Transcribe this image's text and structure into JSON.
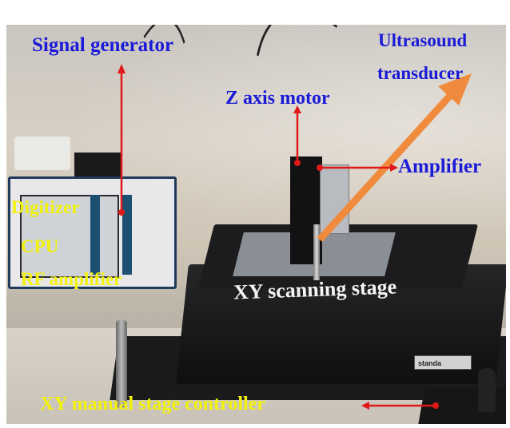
{
  "figure": {
    "type": "annotated-photo",
    "subject": "Ultrasound scanning experimental setup"
  },
  "labels": {
    "signal_generator": "Signal generator",
    "ultrasound_transducer_line1": "Ultrasound",
    "ultrasound_transducer_line2": "transducer",
    "z_axis_motor": "Z axis motor",
    "amplifier": "Amplifier",
    "digitizer": "Digitizer",
    "cpu": "CPU",
    "rf_amplifier": "RF amplifier",
    "xy_scanning_stage": "XY scanning stage",
    "xy_manual_stage_controller": "XY manual stage controller"
  },
  "device_text": {
    "stage_brand": "standa"
  },
  "colors": {
    "blue_label": "#1a1ad8",
    "yellow_label": "#f2f20a",
    "white_label": "#f4f4f4",
    "red_arrow": "#e01818",
    "orange_arrow": "#f08a3c"
  }
}
